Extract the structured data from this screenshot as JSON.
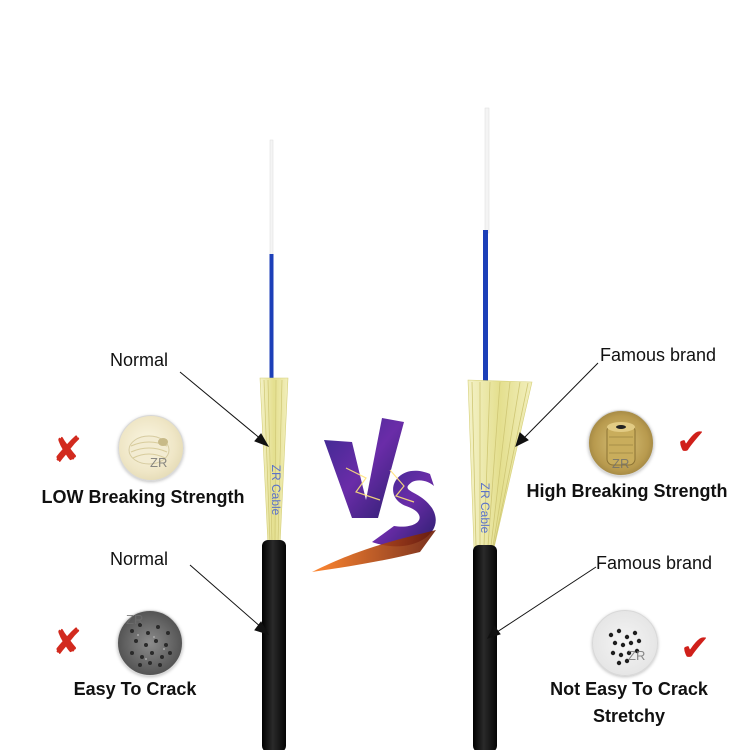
{
  "left": {
    "fiber_label": "Normal",
    "fiber_title": "LOW Breaking Strength",
    "jacket_label": "Normal",
    "jacket_title": "Easy To Crack"
  },
  "right": {
    "fiber_label": "Famous brand",
    "fiber_title": "High Breaking Strength",
    "jacket_label": "Famous brand",
    "jacket_title_line1": "Not Easy To Crack",
    "jacket_title_line2": "Stretchy"
  },
  "versus_mark": "VS",
  "watermark": "ZR",
  "cable_print": "ZR Cable",
  "colors": {
    "jacket": "#111111",
    "tight_buffer": "#1c3fb8",
    "aramid_yarn": "#e8e49a",
    "bad_mark": "#d22a1e",
    "good_mark": "#d0201a",
    "vs_purple": "#3c2a8e"
  },
  "icons": {
    "bad": "cross-icon",
    "good": "check-icon",
    "yarn_spool": "yarn-spool-icon",
    "pellets": "pellets-icon"
  }
}
